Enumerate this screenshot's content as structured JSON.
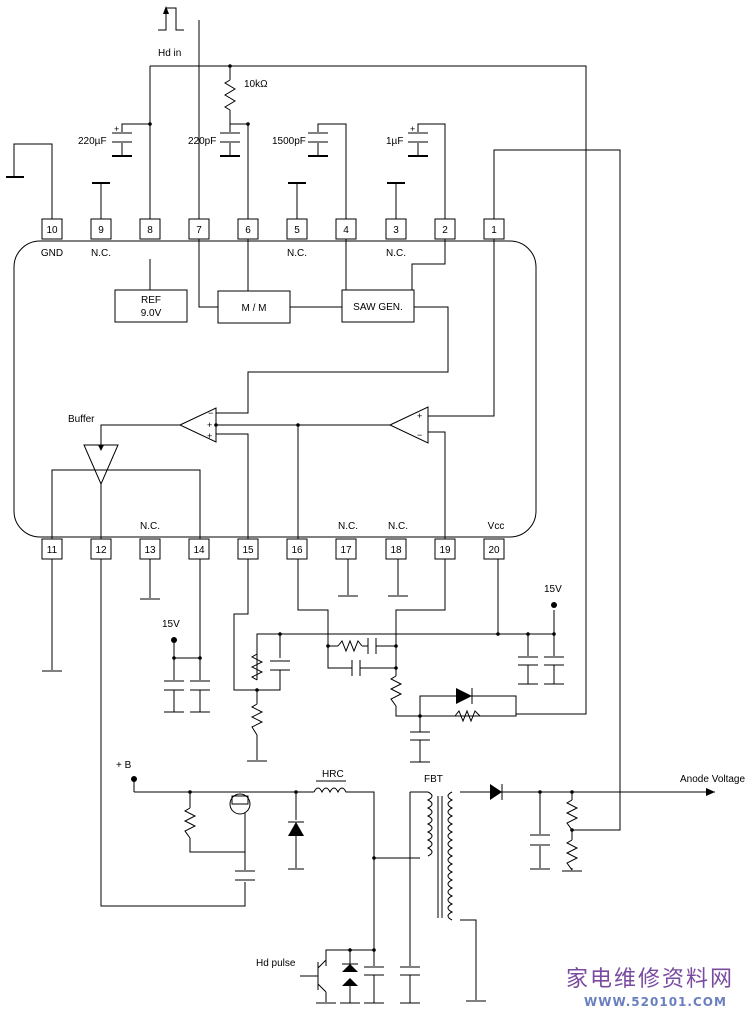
{
  "top_labels": {
    "hd_in": "Hd in",
    "resistor_10k": "10kΩ",
    "cap_220u": "220µF",
    "cap_220p": "220pF",
    "cap_1500p": "1500pF",
    "cap_1u": "1µF"
  },
  "pins_top": [
    {
      "num": "10",
      "label": "GND"
    },
    {
      "num": "9",
      "label": "N.C."
    },
    {
      "num": "8",
      "label": ""
    },
    {
      "num": "7",
      "label": ""
    },
    {
      "num": "6",
      "label": ""
    },
    {
      "num": "5",
      "label": "N.C."
    },
    {
      "num": "4",
      "label": ""
    },
    {
      "num": "3",
      "label": "N.C."
    },
    {
      "num": "2",
      "label": ""
    },
    {
      "num": "1",
      "label": ""
    }
  ],
  "pins_bottom": [
    {
      "num": "11",
      "label": ""
    },
    {
      "num": "12",
      "label": ""
    },
    {
      "num": "13",
      "label": "N.C."
    },
    {
      "num": "14",
      "label": ""
    },
    {
      "num": "15",
      "label": ""
    },
    {
      "num": "16",
      "label": ""
    },
    {
      "num": "17",
      "label": "N.C."
    },
    {
      "num": "18",
      "label": "N.C."
    },
    {
      "num": "19",
      "label": ""
    },
    {
      "num": "20",
      "label": "Vcc"
    }
  ],
  "blocks": {
    "ref_line1": "REF",
    "ref_line2": "9.0V",
    "mm": "M / M",
    "saw": "SAW GEN.",
    "buffer": "Buffer"
  },
  "external": {
    "supply_15v_a": "15V",
    "supply_15v_b": "15V",
    "plus_b": "+ B",
    "hrc": "HRC",
    "fbt": "FBT",
    "anode": "Anode Voltage",
    "hd_pulse": "Hd pulse"
  },
  "watermark": {
    "line1": "家电维修资料网",
    "line2": "WWW.520101.COM"
  }
}
